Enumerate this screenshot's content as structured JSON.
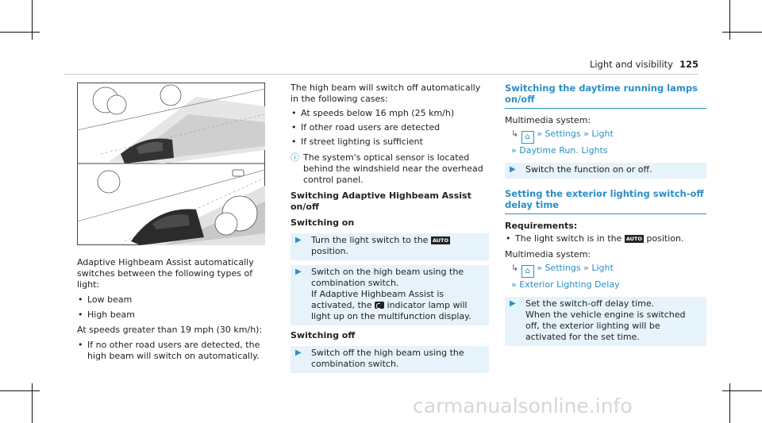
{
  "header": {
    "title": "Light and visibility",
    "page": "125"
  },
  "left": {
    "intro": "Adaptive Highbeam Assist automatically switches between the following types of light:",
    "types": [
      "Low beam",
      "High beam"
    ],
    "speeds_on": "At speeds greater than 19 mph (30 km/h):",
    "cases_on": [
      "If no other road users are detected, the high beam will switch on automatically."
    ]
  },
  "middle": {
    "off_intro": "The high beam will switch off automatically in the following cases:",
    "off_cases": [
      "At speeds below 16 mph (25 km/h)",
      "If other road users are detected",
      "If street lighting is sufficient"
    ],
    "note": "The system's optical sensor is located behind the windshield near the overhead control panel.",
    "heading": "Switching Adaptive Highbeam Assist on/off",
    "on_heading": "Switching on",
    "step1_a": "Turn the light switch to the",
    "auto_label": "AUTO",
    "step1_b": "position.",
    "step2_a": "Switch on the high beam using the combination switch.",
    "step2_b1": "If Adaptive Highbeam Assist is activated, the",
    "step2_b2": "indicator lamp will light up on the multifunction display.",
    "off_heading": "Switching off",
    "step3": "Switch off the high beam using the combination switch."
  },
  "right": {
    "heading1": "Switching the daytime running lamps on/off",
    "multimedia1": "Multimedia system:",
    "path1": {
      "arrow": "↳",
      "home": "⌂",
      "sep": "»",
      "item1": "Settings",
      "item2": "Light",
      "item3": "Daytime Run. Lights"
    },
    "step1": "Switch the function on or off.",
    "heading2": "Setting the exterior lighting switch-off delay time",
    "req_heading": "Requirements:",
    "req_a": "The light switch is in the",
    "auto_label": "AUTO",
    "req_b": "position.",
    "multimedia2": "Multimedia system:",
    "path2": {
      "arrow": "↳",
      "home": "⌂",
      "sep": "»",
      "item1": "Settings",
      "item2": "Light",
      "item3": "Exterior Lighting Delay"
    },
    "step2_a": "Set the switch-off delay time.",
    "step2_b": "When the vehicle engine is switched off, the exterior lighting will be activated for the set time."
  },
  "icons": {
    "step": "▶",
    "note": "ⓘ"
  },
  "watermark": "carmanualsonline.info",
  "colors": {
    "accent": "#2a8fc7",
    "step_bg": "#e6f3fa"
  }
}
